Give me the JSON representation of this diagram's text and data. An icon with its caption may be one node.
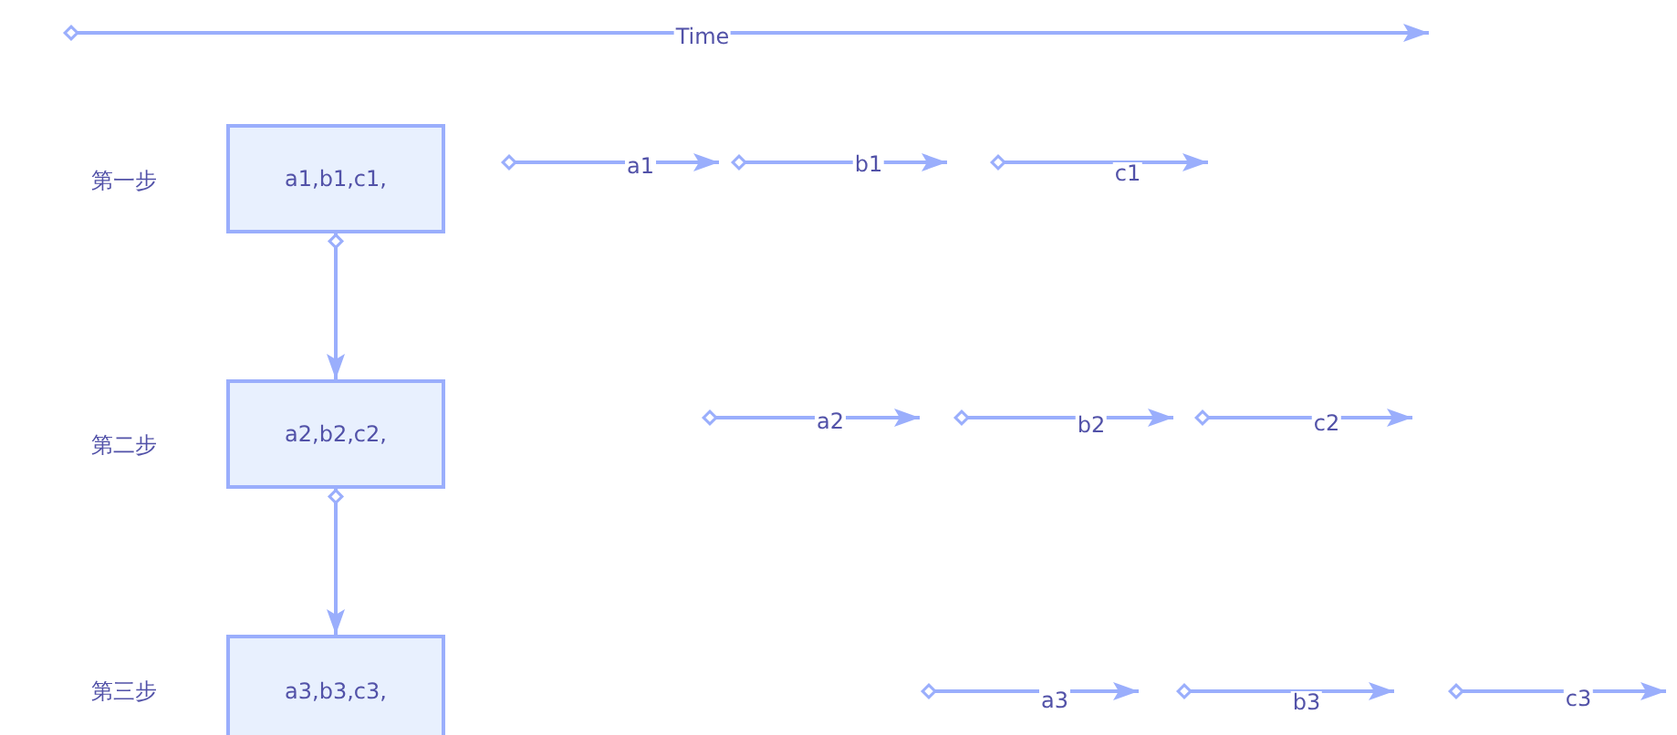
{
  "diagram": {
    "nodes": [
      {
        "text": [
          "a1,b1,c1,"
        ]
      },
      {
        "text": [
          "a2,b2,c2,"
        ]
      },
      {
        "text": [
          "a3,b3,c3,"
        ]
      }
    ],
    "edges": [
      {
        "from": 0,
        "to": 1,
        "arrow": "to"
      },
      {
        "from": 1,
        "to": 2,
        "arrow": "to"
      }
    ],
    "labels": [
      "Time",
      "第一步",
      "a1",
      "b1",
      "c1",
      "第二步",
      "a2",
      "b2",
      "c2",
      "第三步",
      "a3",
      "b3",
      "c3"
    ]
  }
}
